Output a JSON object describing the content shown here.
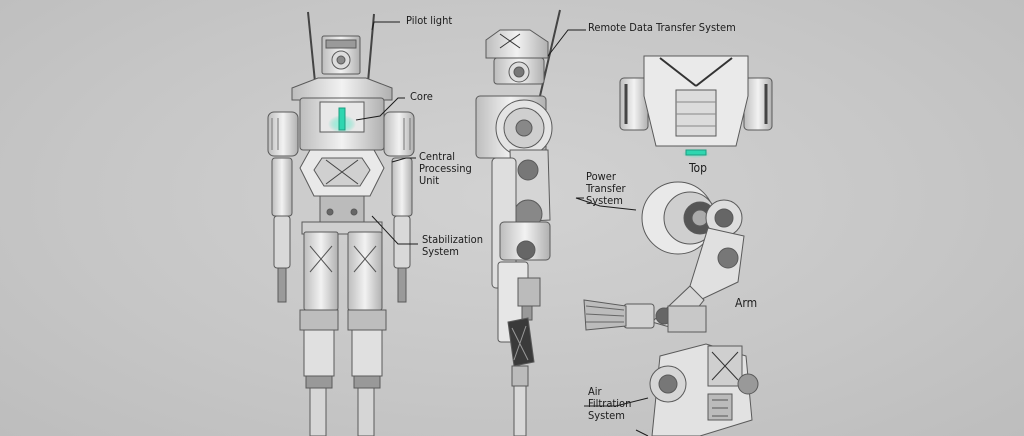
{
  "labels": {
    "pilot_light": "Pilot light",
    "core": "Core",
    "cpu": "Central\nProcessing\nUnit",
    "stabilization": "Stabilization\nSystem",
    "remote_data": "Remote Data Transfer System",
    "power_transfer": "Power\nTransfer\nSystem",
    "air_filtration": "Air\nFiltration\nSystem"
  },
  "views": {
    "top": "Top",
    "arm": "Arm"
  },
  "colors": {
    "background": "#c9c9c9",
    "robot_light": "#ececec",
    "robot_mid": "#b5b5b5",
    "robot_dark": "#3a3a3a",
    "core_glow": "#2fd6b0",
    "leader_line": "#1c1c1c"
  }
}
